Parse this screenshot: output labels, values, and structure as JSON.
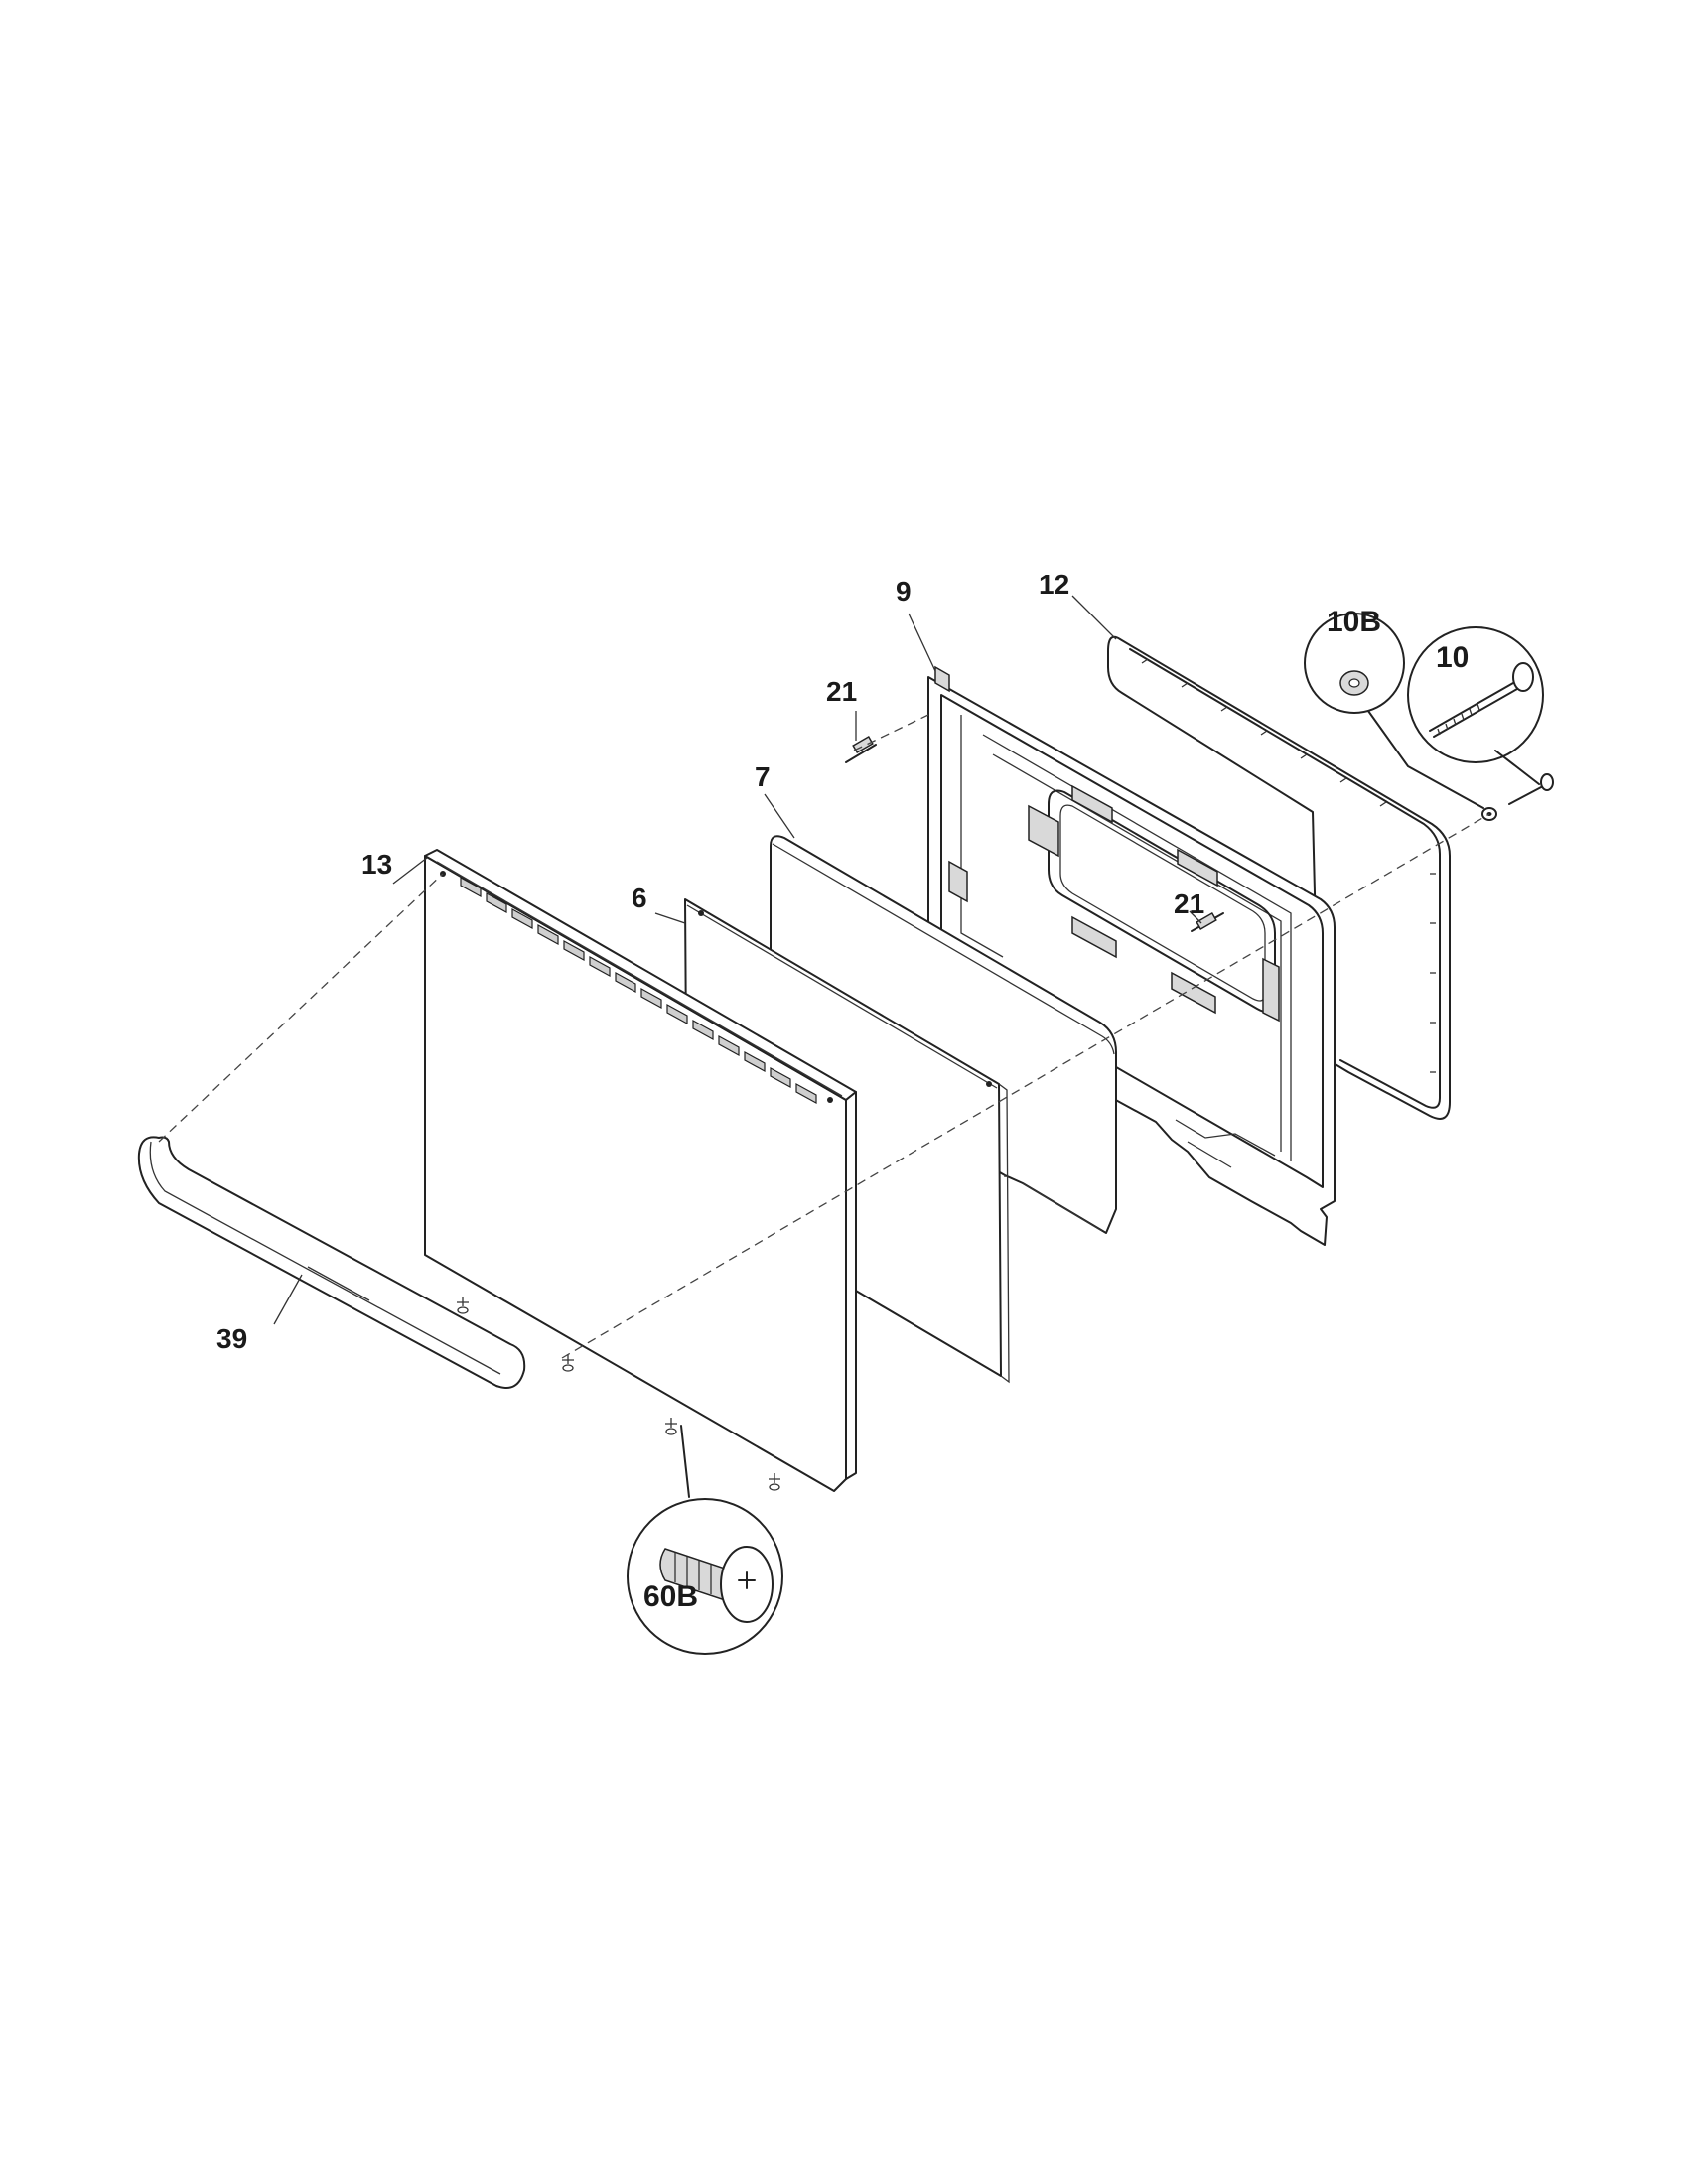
{
  "labels": {
    "p9": "9",
    "p12": "12",
    "p10b": "10B",
    "p10": "10",
    "p21_top": "21",
    "p21_mid": "21",
    "p7": "7",
    "p13": "13",
    "p6": "6",
    "p39": "39",
    "p60b": "60B"
  }
}
